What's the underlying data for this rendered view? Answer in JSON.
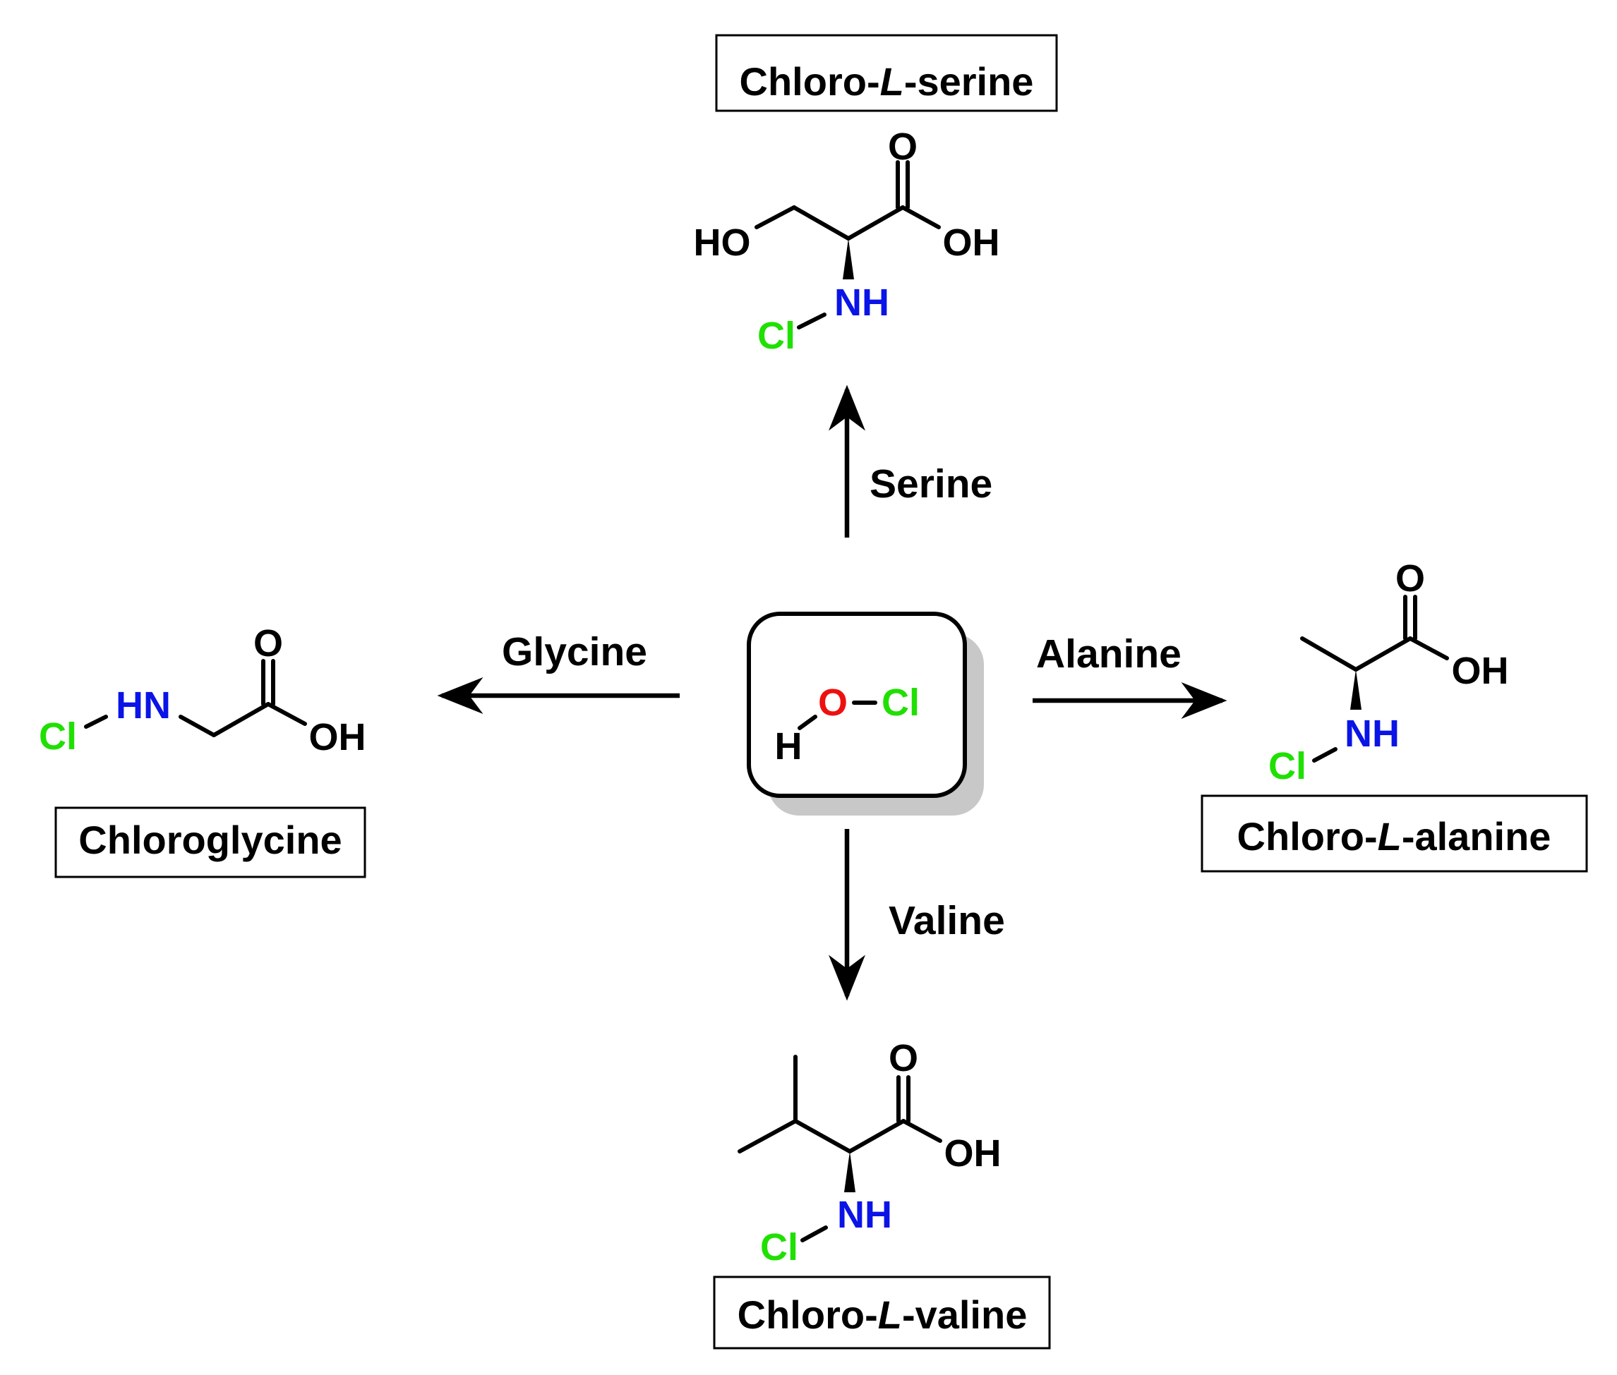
{
  "colors": {
    "black": "#000000",
    "chlorine": "#1fe000",
    "nitrogen": "#0a14e6",
    "oxygen": "#ee1010",
    "shadow": "#c8c8c8"
  },
  "center": {
    "h": "H",
    "o": "O",
    "cl": "Cl"
  },
  "reactions": {
    "serine": {
      "label": "Serine"
    },
    "glycine": {
      "label": "Glycine"
    },
    "alanine": {
      "label": "Alanine"
    },
    "valine": {
      "label": "Valine"
    }
  },
  "products": {
    "serine": {
      "name_pre": "Chloro-",
      "name_italic": "L",
      "name_post": "-serine",
      "atoms": {
        "ho": "HO",
        "o": "O",
        "oh": "OH",
        "nh": "NH",
        "cl": "Cl"
      }
    },
    "glycine": {
      "name": "Chloroglycine",
      "atoms": {
        "hn": "HN",
        "o": "O",
        "oh": "OH",
        "cl": "Cl"
      }
    },
    "alanine": {
      "name_pre": "Chloro-",
      "name_italic": "L",
      "name_post": "-alanine",
      "atoms": {
        "o": "O",
        "oh": "OH",
        "nh": "NH",
        "cl": "Cl"
      }
    },
    "valine": {
      "name_pre": "Chloro-",
      "name_italic": "L",
      "name_post": "-valine",
      "atoms": {
        "o": "O",
        "oh": "OH",
        "nh": "NH",
        "cl": "Cl"
      }
    }
  }
}
